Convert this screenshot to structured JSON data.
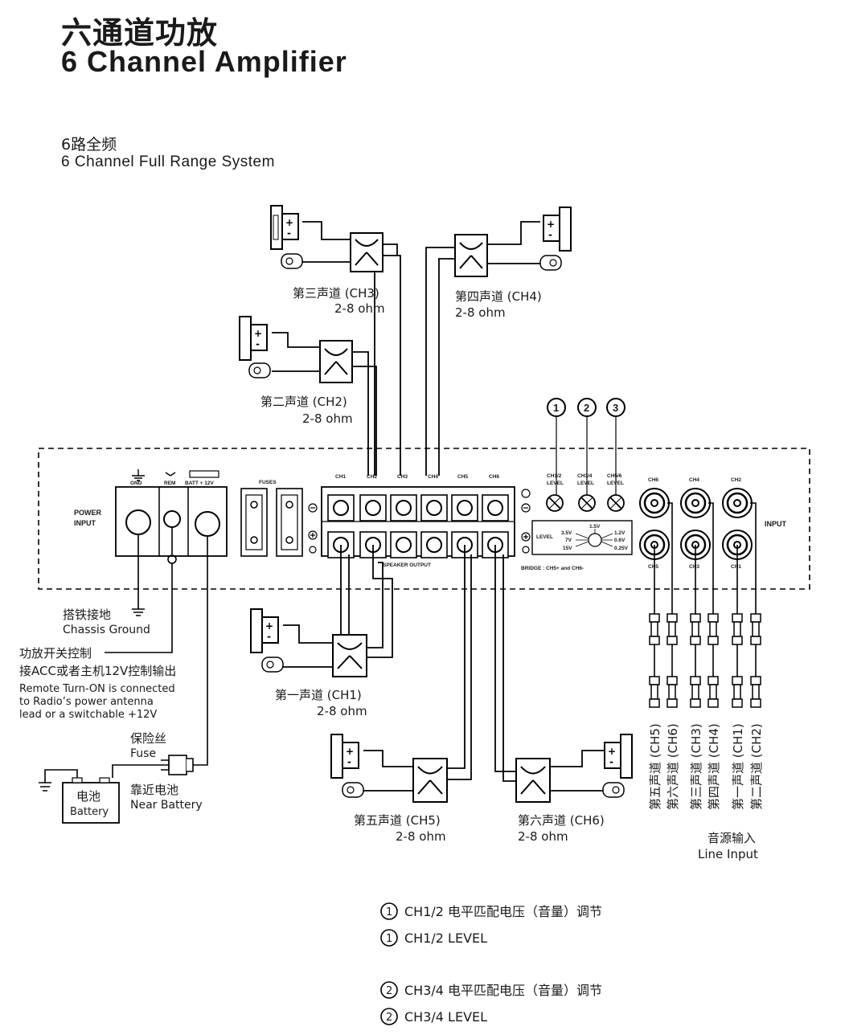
{
  "title": {
    "cn": "六通道功放",
    "en": "6 Channel Amplifier"
  },
  "subtitle": {
    "cn": "6路全频",
    "en": "6 Channel Full Range System"
  },
  "power": {
    "power_input": [
      "POWER",
      "INPUT"
    ],
    "gnd": "GND",
    "rem": "REM",
    "batt": "BATT + 12V",
    "fuses": "FUSES"
  },
  "amp": {
    "channels": [
      "CH1",
      "CH2",
      "CH3",
      "CH4",
      "CH5",
      "CH6"
    ],
    "speaker_output": "SPEAKER   OUTPUT",
    "levels": [
      [
        "CH1/2",
        "LEVEL"
      ],
      [
        "CH3/4",
        "LEVEL"
      ],
      [
        "CH5/6",
        "LEVEL"
      ]
    ],
    "level_label": "LEVEL",
    "level_values": {
      "top": "1.5V",
      "left": [
        "3.5V",
        "7V",
        "15V"
      ],
      "right": [
        "1.2V",
        "0.6V",
        "0.25V"
      ]
    },
    "bridge": "BRIDGE : CH5+ and CH6-",
    "input_label": "INPUT",
    "rca_top": [
      "CH6",
      "CH4",
      "CH2"
    ],
    "rca_bottom": [
      "CH5",
      "CH3",
      "CH1"
    ],
    "markers": [
      "1",
      "2",
      "3"
    ]
  },
  "speakers": {
    "ch1": {
      "name": "第一声道 (CH1)",
      "ohm": "2-8 ohm"
    },
    "ch2": {
      "name": "第二声道 (CH2)",
      "ohm": "2-8 ohm"
    },
    "ch3": {
      "name": "第三声道 (CH3)",
      "ohm": "2-8 ohm"
    },
    "ch4": {
      "name": "第四声道 (CH4)",
      "ohm": "2-8 ohm"
    },
    "ch5": {
      "name": "第五声道 (CH5)",
      "ohm": "2-8 ohm"
    },
    "ch6": {
      "name": "第六声道 (CH6)",
      "ohm": "2-8 ohm"
    }
  },
  "wiring": {
    "chassis_cn": "搭铁接地",
    "chassis_en": "Chassis Ground",
    "remote_cn1": "功放开关控制",
    "remote_cn2": "接ACC或者主机12V控制输出",
    "remote_en": [
      "Remote Turn-ON is connected",
      "to Radio’s power antenna",
      "lead or a switchable +12V"
    ],
    "fuse_cn": "保险丝",
    "fuse_en": "Fuse",
    "battery_cn": "电池",
    "battery_en": "Battery",
    "near_cn": "靠近电池",
    "near_en": "Near Battery"
  },
  "line_input": {
    "channels": [
      "第五声道 (CH5)",
      "第六声道 (CH6)",
      "第三声道 (CH3)",
      "第四声道 (CH4)",
      "第一声道 (CH1)",
      "第二声道 (CH2)"
    ],
    "label_cn": "音源输入",
    "label_en": "Line Input"
  },
  "legend": [
    {
      "num": "1",
      "text": "CH1/2 电平匹配电压（音量）调节"
    },
    {
      "num": "1",
      "text": "CH1/2  LEVEL"
    },
    {
      "num": "2",
      "text": "CH3/4 电平匹配电压（音量）调节"
    },
    {
      "num": "2",
      "text": "CH3/4  LEVEL"
    }
  ]
}
